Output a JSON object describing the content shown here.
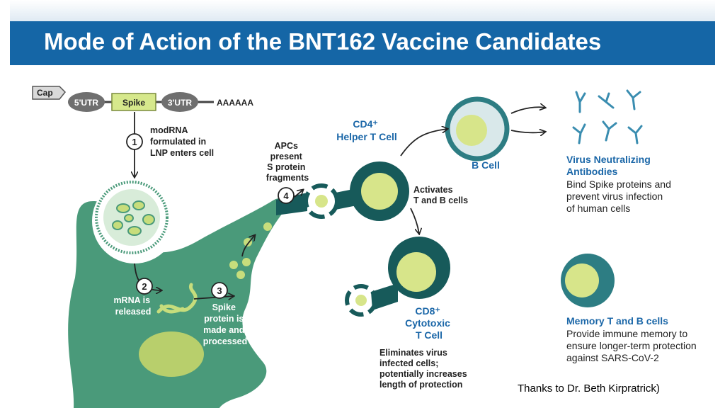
{
  "title": "Mode of Action of the BNT162 Vaccine Candidates",
  "mrna_construct": {
    "cap": "Cap",
    "utr5": "5'UTR",
    "spike": "Spike",
    "utr3": "3'UTR",
    "polyA": "AAAAAA"
  },
  "steps": [
    {
      "number": "1",
      "lines": [
        "modRNA",
        "formulated in",
        "LNP enters cell"
      ]
    },
    {
      "number": "2",
      "lines": [
        "mRNA is",
        "released"
      ]
    },
    {
      "number": "3",
      "lines": [
        "Spike",
        "protein is",
        "made and",
        "processed"
      ]
    },
    {
      "number": "4",
      "lines": [
        "APCs",
        "present",
        "S protein",
        "fragments"
      ]
    }
  ],
  "cells": {
    "cd4": {
      "lines": [
        "CD4⁺",
        "Helper T Cell"
      ]
    },
    "bcell": "B Cell",
    "cd8": {
      "lines": [
        "CD8⁺",
        "Cytotoxic",
        "T Cell"
      ]
    }
  },
  "activates": [
    "Activates",
    "T and B cells"
  ],
  "antibodies": {
    "title": [
      "Virus Neutralizing",
      "Antibodies"
    ],
    "body": [
      "Bind Spike proteins and",
      "prevent virus infection",
      "of human cells"
    ]
  },
  "memory": {
    "title": "Memory T and B cells",
    "body": [
      "Provide immune memory to",
      "ensure longer-term protection",
      "against SARS-CoV-2"
    ]
  },
  "eliminates": [
    "Eliminates virus",
    "infected cells;",
    "potentially increases",
    "length of protection"
  ],
  "credit": "Thanks to Dr. Beth Kirpratrick)",
  "colors": {
    "title_bar": "#1566a6",
    "apc_green": "#4a9a7a",
    "cell_dark": "#175a5a",
    "cell_nucleus": "#d7e58a",
    "label_blue": "#1b67a8",
    "spike_box": "#d6e88c",
    "utr_gray": "#6f6f6f",
    "antibody_teal": "#3a8db0"
  }
}
